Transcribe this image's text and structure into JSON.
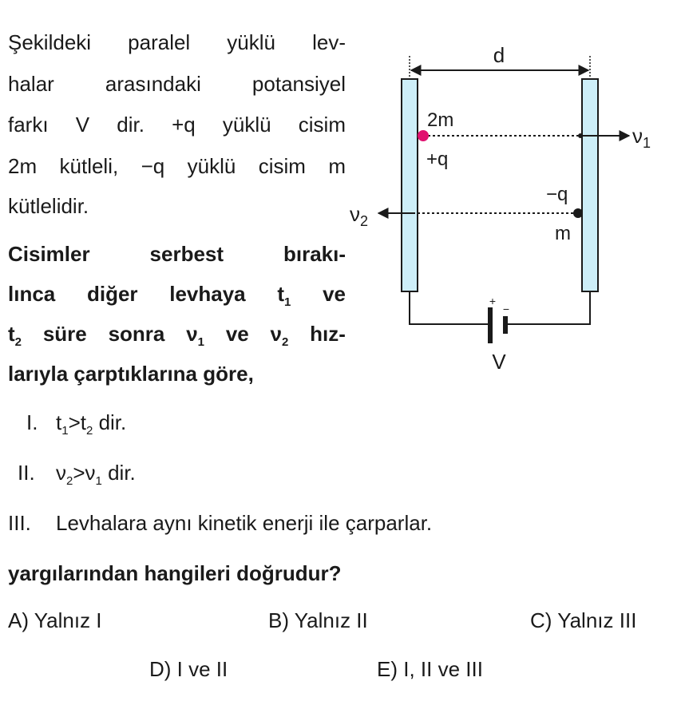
{
  "intro_lines": [
    "Şekildeki paralel yüklü lev-",
    "halar arasındaki potansiyel",
    "farkı V dir. +q yüklü cisim",
    "2m kütleli, −q yüklü cisim m",
    "kütlelidir."
  ],
  "bold": {
    "l1": "Cisimler serbest bırakı-",
    "l2a": "lınca diğer levhaya t",
    "l2b": "1",
    "l2c": " ve",
    "l3a": "t",
    "l3b": "2",
    "l3c": " süre sonra ν",
    "l3d": "1",
    "l3e": " ve ν",
    "l3f": "2",
    "l3g": " hız-",
    "l4": "larıyla çarptıklarına göre,"
  },
  "items": {
    "i1": {
      "num": "I.",
      "a": "t",
      "b": "1",
      "c": ">t",
      "d": "2",
      "e": " dir."
    },
    "i2": {
      "num": "II.",
      "a": "ν",
      "b": "2",
      "c": ">ν",
      "d": "1",
      "e": " dir."
    },
    "i3": {
      "num": "III.",
      "text": "Levhalara aynı kinetik enerji ile çarparlar."
    }
  },
  "question": "yargılarından hangileri doğrudur?",
  "options": [
    "A) Yalnız I",
    "B) Yalnız II",
    "C) Yalnız III",
    "D) I ve II",
    "E) I, II ve III"
  ],
  "diagram": {
    "d": "d",
    "mass1": "2m",
    "charge1": "+q",
    "charge2": "−q",
    "mass2": "m",
    "v1": "ν",
    "v1_sub": "1",
    "v2": "ν",
    "v2_sub": "2",
    "plus": "+",
    "minus": "−",
    "voltage": "V",
    "plate_color": "#cdeef8",
    "positive_charge_color": "#e0106f"
  }
}
